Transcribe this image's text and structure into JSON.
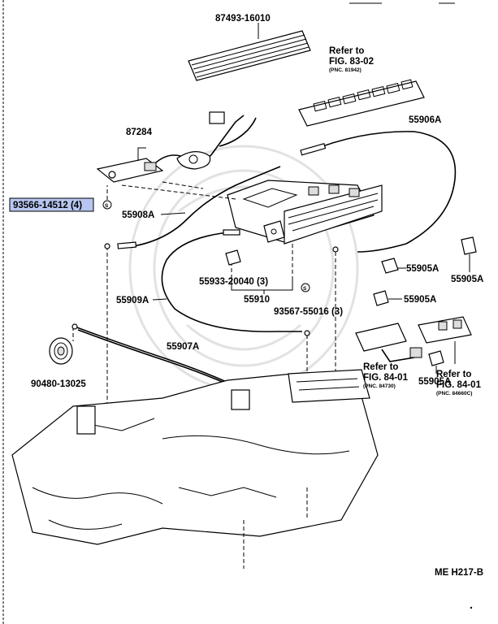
{
  "diagram_id": "ME H217-B",
  "highlighted_label": "93566-14512 (4)",
  "highlight_color": "#b7c6f0",
  "labels": {
    "p87493": "87493-16010",
    "ref83_1": "Refer to",
    "ref83_2": "FIG. 83-02",
    "ref83_3": "(PNC. 81942)",
    "p87284": "87284",
    "p55906A": "55906A",
    "p55908A": "55908A",
    "p55905A_a": "55905A",
    "p55905A_b": "55905A",
    "p55905A_c": "55905A",
    "p55905A_d": "55905A",
    "p55933": "55933-20040 (3)",
    "p55910": "55910",
    "p93567": "93567-55016 (3)",
    "p55909A": "55909A",
    "p55907A": "55907A",
    "p90480": "90480-13025",
    "ref84a_1": "Refer to",
    "ref84a_2": "FIG. 84-01",
    "ref84a_3": "(PNC. 84730)",
    "ref84b_1": "Refer to",
    "ref84b_2": "FIG. 84-01",
    "ref84b_3": "(PNC. 84660C)"
  }
}
